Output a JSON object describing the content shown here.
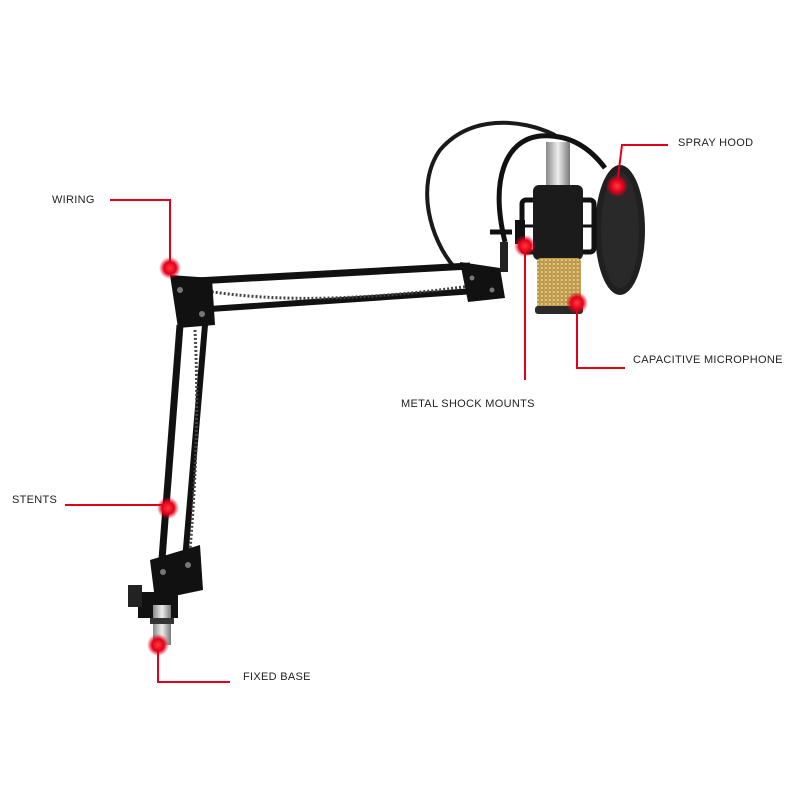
{
  "colors": {
    "callout": "#e2001a",
    "arm": "#111111",
    "cable": "#1a1a1a",
    "mic_grille": "#d9b86a",
    "background": "#ffffff"
  },
  "labels": {
    "spray_hood": "SPRAY HOOD",
    "wiring": "WIRING",
    "capacitive_microphone": "CAPACITIVE MICROPHONE",
    "metal_shock_mounts": "METAL SHOCK MOUNTS",
    "stents": "STENTS",
    "fixed_base": "FIXED BASE"
  }
}
